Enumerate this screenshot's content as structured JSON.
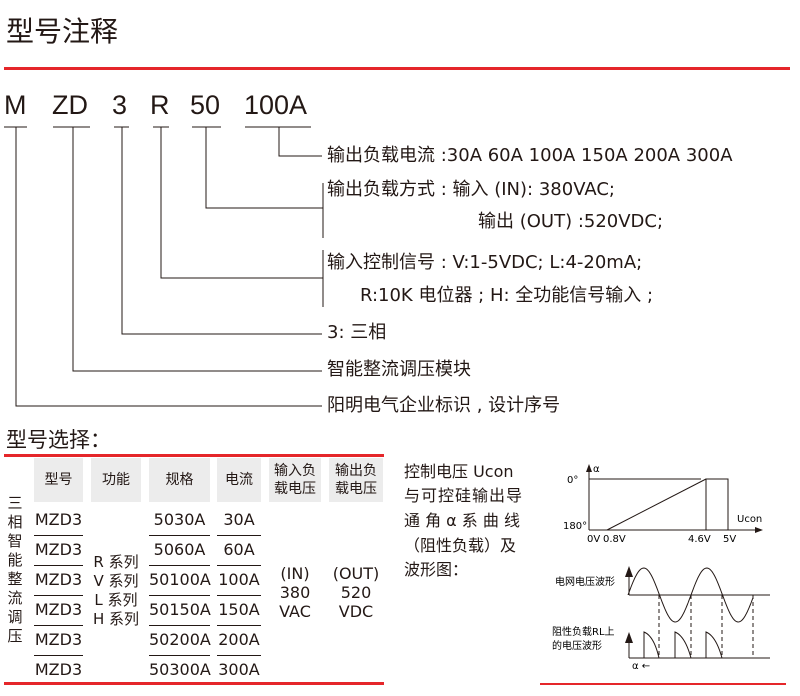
{
  "title": "型号注释",
  "code": [
    "M",
    "ZD",
    "3",
    "R",
    "50",
    "100A"
  ],
  "descriptions": [
    "输出负载电流 :30A 60A 100A 150A 200A 300A",
    "输出负载方式 : 输入 (IN): 380VAC;",
    "输出 (OUT) :520VDC;",
    "输入控制信号 : V:1-5VDC; L:4-20mA;",
    "R:10K 电位器 ; H: 全功能信号输入 ;",
    "3: 三相",
    "智能整流调压模块",
    "阳明电气企业标识 , 设计序号"
  ],
  "selection_title": "型号选择：",
  "table": {
    "side_label": "三相智能整流调压",
    "headers": [
      "型号",
      "功能",
      "规格",
      "电流",
      "输入负载电压",
      "输出负载电压"
    ],
    "models": [
      "MZD3",
      "MZD3",
      "MZD3",
      "MZD3",
      "MZD3",
      "MZD3"
    ],
    "functions": [
      "R 系列",
      "V 系列",
      "L 系列",
      "H 系列"
    ],
    "specs": [
      "5030A",
      "5060A",
      "50100A",
      "50150A",
      "50200A",
      "50300A"
    ],
    "currents": [
      "30A",
      "60A",
      "100A",
      "150A",
      "200A",
      "300A"
    ],
    "input_voltage": [
      "(IN)",
      "380",
      "VAC"
    ],
    "output_voltage": [
      "(OUT)",
      "520",
      "VDC"
    ]
  },
  "note_lines": [
    "控制电压 Ucon",
    "与可控硅输出导",
    "通 角 α 系 曲 线",
    "（阻性负载）及",
    "波形图："
  ],
  "chart": {
    "y_axis": "α",
    "y_ticks": [
      "0°",
      "180°"
    ],
    "x_axis": "Ucon",
    "x_ticks": [
      "0V",
      "0.8V",
      "4.6V",
      "5V"
    ],
    "grid_wave_label": "电网电压波形",
    "load_wave_label": [
      "阻性负载RL上",
      "的电压波形"
    ],
    "alpha_label": "α ←"
  },
  "colors": {
    "accent": "#e5262a",
    "header_bg": "#ececec",
    "text": "#231815"
  }
}
